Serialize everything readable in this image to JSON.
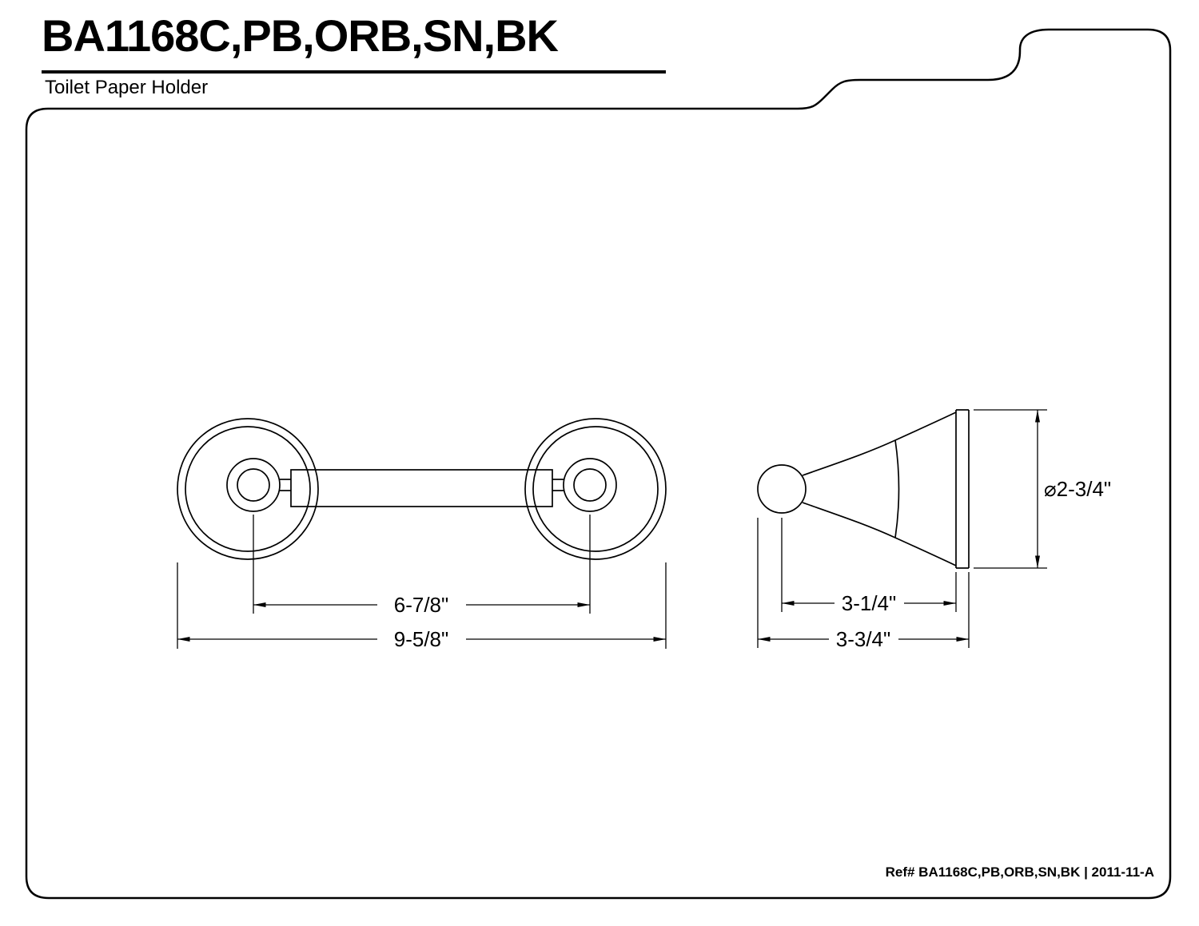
{
  "doc": {
    "title": "BA1168C,PB,ORB,SN,BK",
    "subtitle": "Toilet Paper Holder",
    "ref_label": "Ref# BA1168C,PB,ORB,SN,BK | 2011-11-A"
  },
  "front_view": {
    "description": "toilet paper holder front view, two wall flanges with roller bar",
    "dim_post_spacing": "6-7/8\"",
    "dim_overall_width": "9-5/8\""
  },
  "side_view": {
    "description": "post profile side view with ball finial and bell flange",
    "dim_flange_diameter": "⌀2-3/4\"",
    "dim_post_projection": "3-1/4\"",
    "dim_overall_projection": "3-3/4\""
  },
  "colors": {
    "line": "#000000",
    "background": "#ffffff"
  }
}
